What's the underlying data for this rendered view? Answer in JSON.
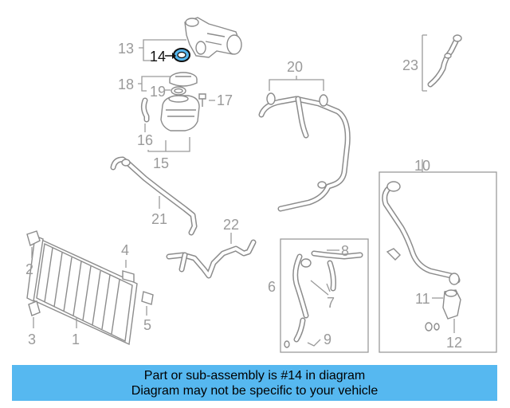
{
  "callouts": {
    "c1": "1",
    "c2": "2",
    "c3": "3",
    "c4": "4",
    "c5": "5",
    "c6": "6",
    "c7": "7",
    "c8": "8",
    "c9": "9",
    "c10": "10",
    "c11": "11",
    "c12": "12",
    "c13": "13",
    "c14": "14",
    "c15": "15",
    "c16": "16",
    "c17": "17",
    "c18": "18",
    "c19": "19",
    "c20": "20",
    "c21": "21",
    "c22": "22",
    "c23": "23"
  },
  "highlight": {
    "part": "14",
    "color": "#56b8f0"
  },
  "banner": {
    "line1": "Part or sub-assembly is #14 in diagram",
    "line2": "Diagram may not be specific to your vehicle",
    "color": "#56b8f0"
  }
}
